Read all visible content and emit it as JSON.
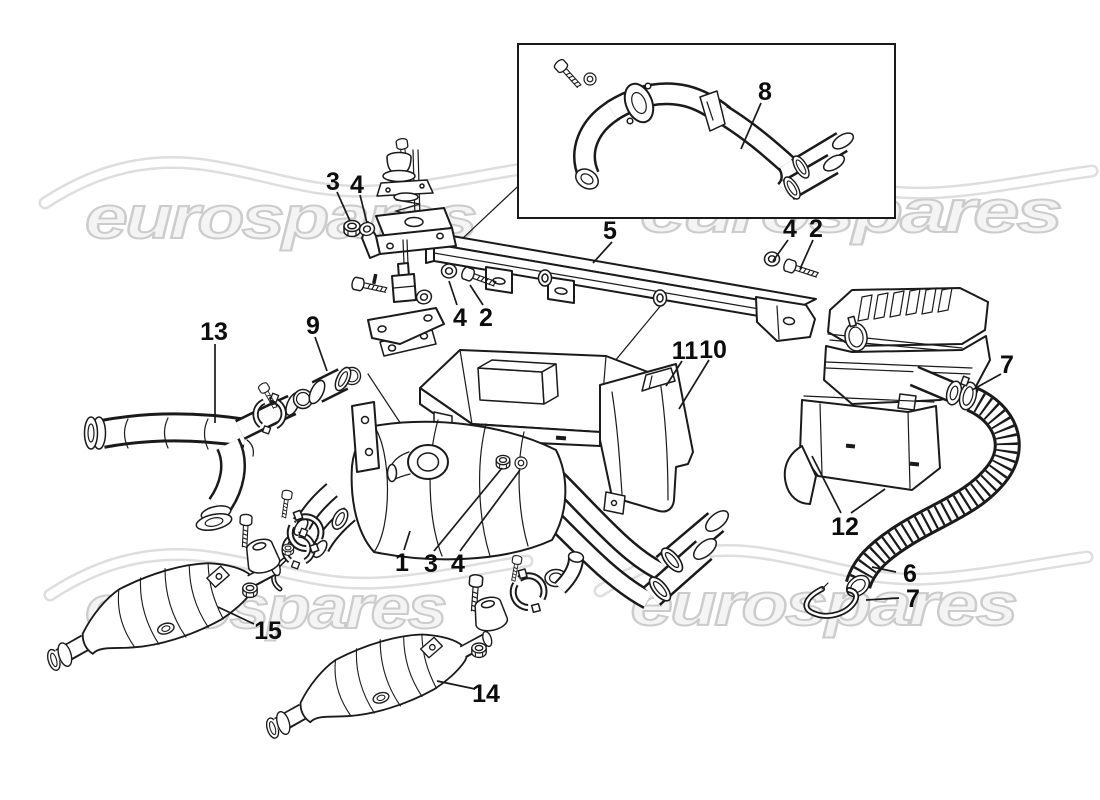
{
  "diagram": {
    "kind": "exploded-parts-diagram",
    "subject": "exhaust-system",
    "background": "#ffffff",
    "line_color": "#1a1a1a",
    "watermark_fill": "#f4f4f4",
    "watermark_stroke": "#cccccc"
  },
  "brand": {
    "watermark": "eurospares"
  },
  "callouts": [
    "3",
    "4",
    "8",
    "5",
    "4",
    "2",
    "4",
    "2",
    "13",
    "9",
    "11",
    "10",
    "7",
    "12",
    "6",
    "7",
    "1",
    "3",
    "4",
    "15",
    "14"
  ]
}
